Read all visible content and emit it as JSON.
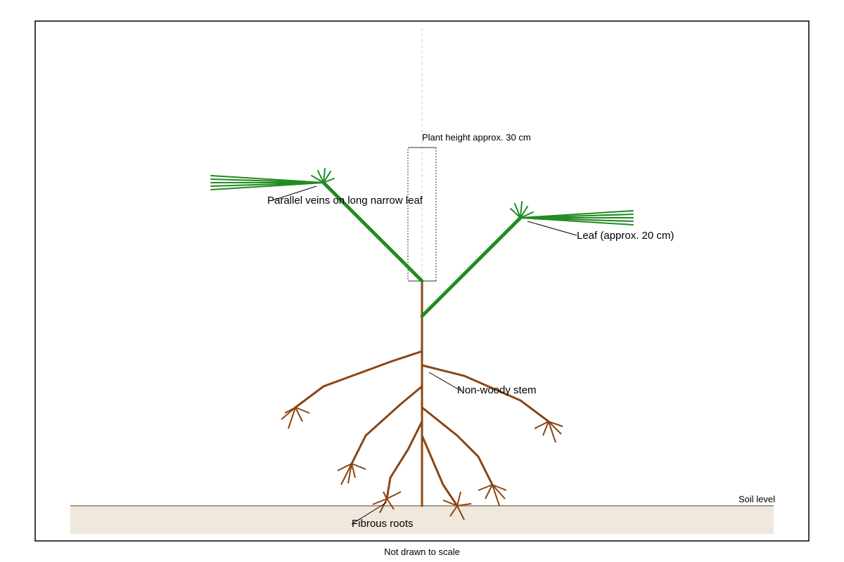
{
  "labels": {
    "plant_height": "Plant height approx. 30 cm",
    "parallel_veins": "Parallel veins on long narrow leaf",
    "leaf": "Leaf (approx. 20 cm)",
    "stem": "Non-woody stem",
    "soil": "Soil level",
    "roots": "Fibrous roots",
    "footnote": "Not drawn to scale"
  },
  "colors": {
    "leaf": "#228b22",
    "stem": "#8b4513",
    "soil_fill": "#f0e8dc",
    "soil_line": "#8b7d6b",
    "frame": "#000000",
    "guide": "#cccccc"
  }
}
